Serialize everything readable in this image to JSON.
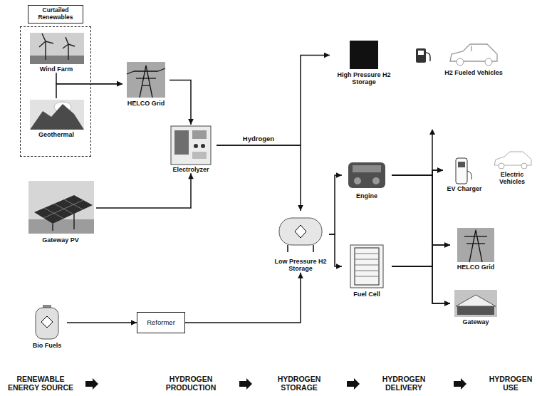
{
  "diagram": {
    "nodes": [
      {
        "text": [
          "Curtailed Renewables"
        ]
      },
      {
        "text": [
          "Wind Farm"
        ],
        "in": 0
      },
      {
        "text": [
          "Geothermal"
        ],
        "in": 0
      },
      {
        "text": [
          "HELCO Grid"
        ]
      },
      {
        "text": [
          "Electrolyzer"
        ]
      },
      {
        "text": [
          "Gateway PV"
        ]
      },
      {
        "text": [
          "Bio Fuels"
        ]
      },
      {
        "text": [
          "Reformer"
        ]
      },
      {
        "text": [
          "High Pressure H2 Storage"
        ]
      },
      {
        "text": [
          "H2 Fueled Vehicles"
        ]
      },
      {
        "text": [
          "Low Pressure H2 Storage"
        ]
      },
      {
        "text": [
          "Engine"
        ]
      },
      {
        "text": [
          "Fuel Cell"
        ]
      },
      {
        "text": [
          "EV Charger"
        ]
      },
      {
        "text": [
          "Electric Vehicles"
        ]
      },
      {
        "text": [
          "HELCO Grid"
        ]
      },
      {
        "text": [
          "Gateway"
        ]
      }
    ],
    "edges": [
      {
        "from": 1,
        "to": 3,
        "arrow": "to"
      },
      {
        "from": 2,
        "to": 3,
        "arrow": "to"
      },
      {
        "from": 3,
        "to": 4,
        "arrow": "to"
      },
      {
        "from": 5,
        "to": 4,
        "arrow": "to"
      },
      {
        "from": 4,
        "to": 8,
        "arrow": "to"
      },
      {
        "from": 4,
        "to": 10,
        "label": "Hydrogen",
        "arrow": "to"
      },
      {
        "from": 6,
        "to": 7,
        "arrow": "to"
      },
      {
        "from": 7,
        "to": 10,
        "arrow": "to"
      },
      {
        "from": 10,
        "to": 11,
        "arrow": "to"
      },
      {
        "from": 10,
        "to": 12,
        "arrow": "to"
      },
      {
        "from": 11,
        "to": 13,
        "arrow": "to"
      },
      {
        "from": 11,
        "to": 15,
        "arrow": "to"
      },
      {
        "from": 11,
        "to": 16,
        "arrow": "to"
      },
      {
        "from": 12,
        "to": 13,
        "arrow": "to"
      },
      {
        "from": 12,
        "to": 15,
        "arrow": "to"
      },
      {
        "from": 12,
        "to": 16,
        "arrow": "to"
      }
    ],
    "labels": [
      "RENEWABLE ENERGY SOURCE",
      "HYDROGEN PRODUCTION",
      "HYDROGEN STORAGE",
      "HYDROGEN DELIVERY",
      "HYDROGEN USE"
    ]
  }
}
